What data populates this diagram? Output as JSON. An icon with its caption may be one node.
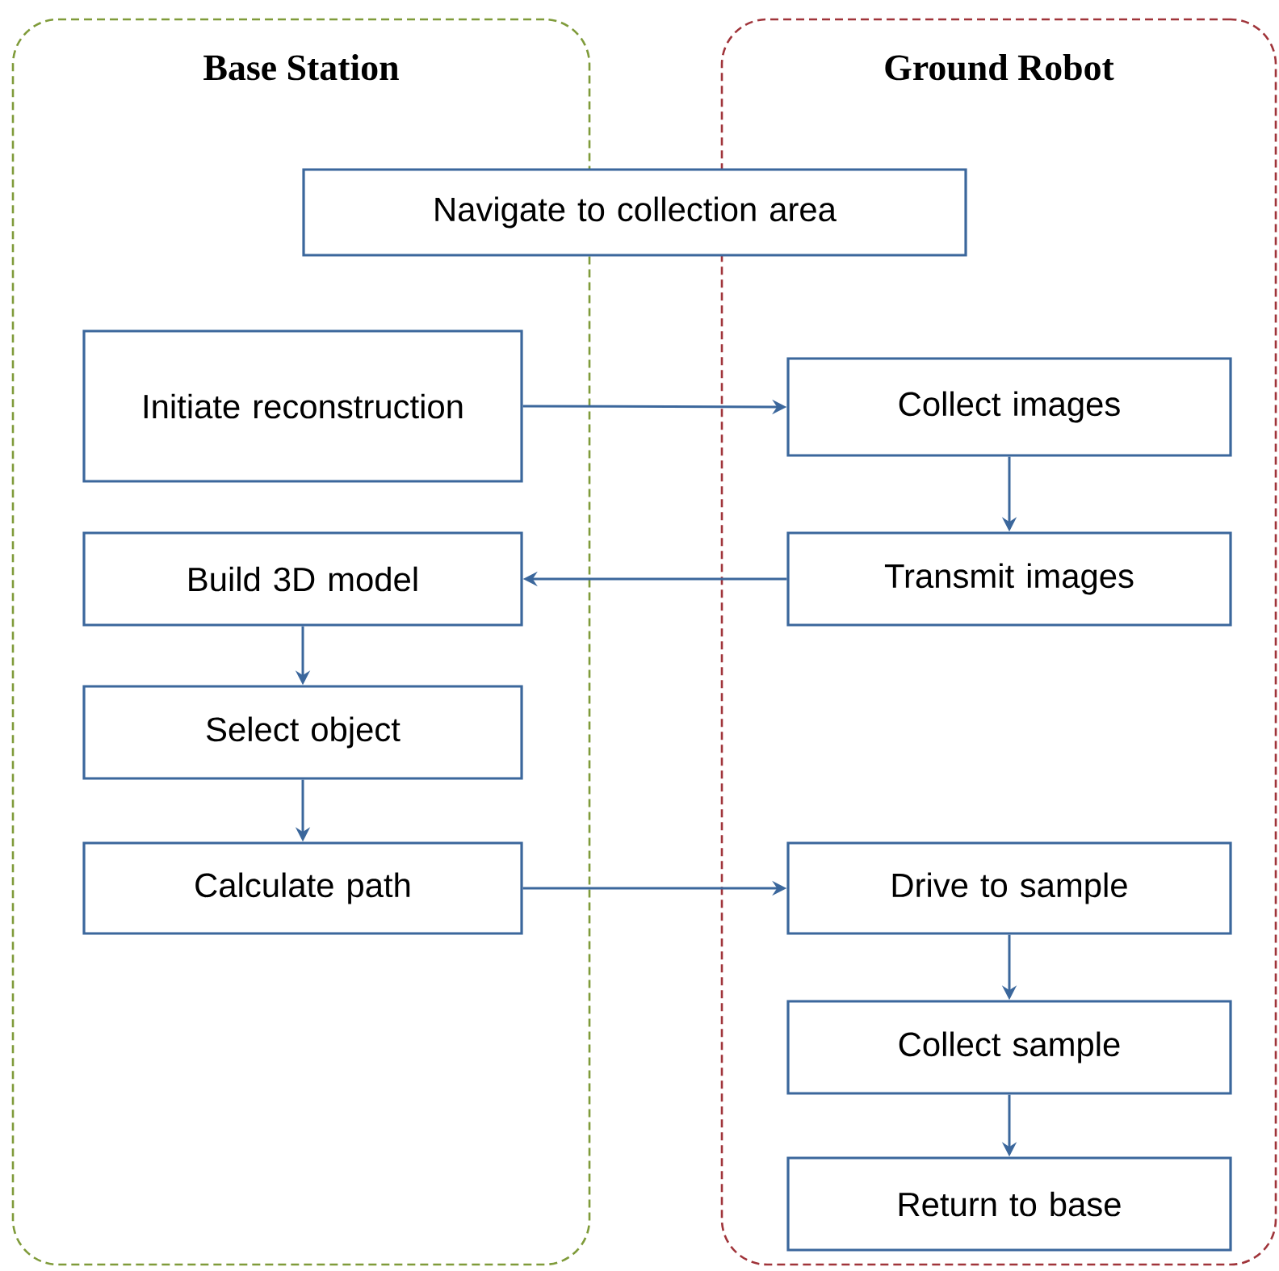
{
  "diagram": {
    "nodes": [
      {
        "text": [
          "Base Station"
        ]
      },
      {
        "text": [
          "Ground Robot"
        ]
      },
      {
        "text": [
          "Navigate to collection area"
        ]
      },
      {
        "text": [
          "Initiate reconstruction"
        ],
        "in": 0
      },
      {
        "text": [
          "Collect images"
        ],
        "in": 1
      },
      {
        "text": [
          "Transmit images"
        ],
        "in": 1
      },
      {
        "text": [
          "Build 3D model"
        ],
        "in": 0
      },
      {
        "text": [
          "Select object"
        ],
        "in": 0
      },
      {
        "text": [
          "Calculate path"
        ],
        "in": 0
      },
      {
        "text": [
          "Drive to sample"
        ],
        "in": 1
      },
      {
        "text": [
          "Collect sample"
        ],
        "in": 1
      },
      {
        "text": [
          "Return to base"
        ],
        "in": 1
      }
    ],
    "edges": [
      {
        "from": 3,
        "to": 4,
        "arrow": "to"
      },
      {
        "from": 4,
        "to": 5,
        "arrow": "to"
      },
      {
        "from": 5,
        "to": 6,
        "arrow": "to"
      },
      {
        "from": 6,
        "to": 7,
        "arrow": "to"
      },
      {
        "from": 7,
        "to": 8,
        "arrow": "to"
      },
      {
        "from": 8,
        "to": 9,
        "arrow": "to"
      },
      {
        "from": 9,
        "to": 10,
        "arrow": "to"
      },
      {
        "from": 10,
        "to": 11,
        "arrow": "to"
      }
    ]
  }
}
